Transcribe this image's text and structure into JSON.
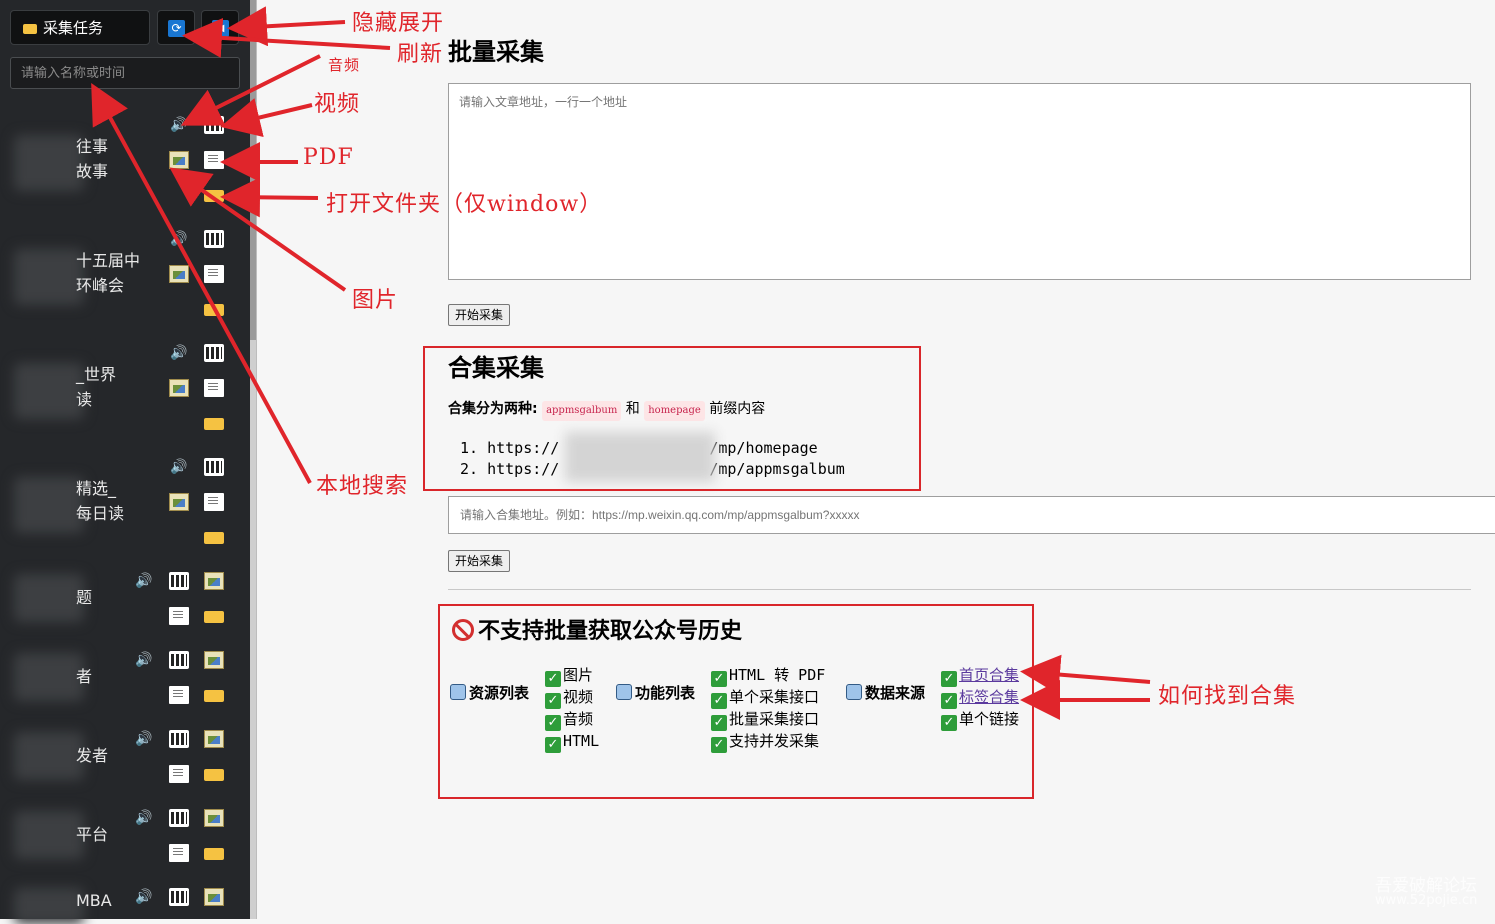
{
  "sidebar": {
    "task_button": "采集任务",
    "search_placeholder": "请输入名称或时间",
    "items": [
      {
        "line1": "往事",
        "line2": "故事"
      },
      {
        "line1": "十五届中",
        "line2": "环峰会"
      },
      {
        "line1": "_世界",
        "line2": "读"
      },
      {
        "line1": "精选_",
        "line2": "每日读"
      },
      {
        "line1": "题",
        "line2": ""
      },
      {
        "line1": "者",
        "line2": ""
      },
      {
        "line1": "发者",
        "line2": ""
      },
      {
        "line1": "平台",
        "line2": ""
      },
      {
        "line1": "MBA",
        "line2": ""
      }
    ]
  },
  "main": {
    "batch_title": "批量采集",
    "article_placeholder": "请输入文章地址，一行一个地址",
    "start_button": "开始采集",
    "album_title": "合集采集",
    "album_intro_label": "合集分为两种:",
    "prefix1": "appmsgalbum",
    "and_text": "和",
    "prefix2": "homepage",
    "prefix_suffix": "前缀内容",
    "url1_start": "1. https://",
    "url1_end": "/mp/homepage",
    "url2_start": "2. https://",
    "url2_end": "/mp/appmsgalbum",
    "album_placeholder": "请输入合集地址。例如：https://mp.weixin.qq.com/mp/appmsgalbum?xxxxx",
    "album_start_button": "开始采集",
    "no_bulk_title": "不支持批量获取公众号历史",
    "resources": {
      "title": "资源列表",
      "items": [
        "图片",
        "视频",
        "音频",
        "HTML"
      ]
    },
    "features": {
      "title": "功能列表",
      "items": [
        "HTML 转 PDF",
        "单个采集接口",
        "批量采集接口",
        "支持并发采集"
      ]
    },
    "sources": {
      "title": "数据来源",
      "items": [
        "首页合集",
        "标签合集",
        "单个链接"
      ]
    }
  },
  "annotations": {
    "hide_expand": "隐藏展开",
    "refresh": "刷新",
    "audio": "音频",
    "video": "视频",
    "pdf": "PDF",
    "open_folder": "打开文件夹（仅window）",
    "image": "图片",
    "local_search": "本地搜索",
    "how_find_album": "如何找到合集"
  },
  "watermark": {
    "line1": "吾爱破解论坛",
    "line2": "www.52pojie.cn"
  },
  "colors": {
    "sidebar_bg": "#25272a",
    "annotation_red": "#e0252b",
    "check_green": "#2e9d3a"
  }
}
